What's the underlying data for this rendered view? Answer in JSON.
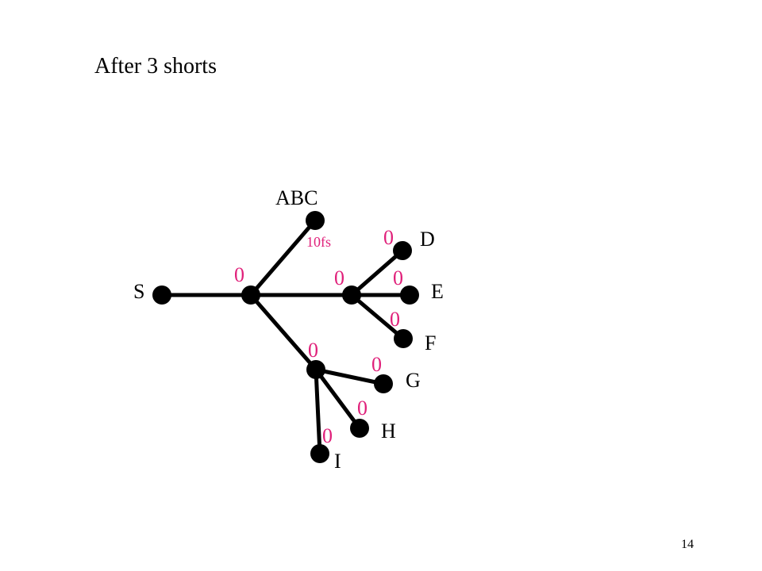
{
  "slide": {
    "title": "After 3 shorts",
    "page_number": "14"
  },
  "colors": {
    "edge": "#000000",
    "node": "#000000",
    "label": "#000000",
    "value": "#e0207a"
  },
  "nodes": [
    {
      "id": "s",
      "label": "S"
    },
    {
      "id": "j1"
    },
    {
      "id": "abc",
      "label": "ABC"
    },
    {
      "id": "j2"
    },
    {
      "id": "d",
      "label": "D"
    },
    {
      "id": "e",
      "label": "E"
    },
    {
      "id": "f",
      "label": "F"
    },
    {
      "id": "j3"
    },
    {
      "id": "g",
      "label": "G"
    },
    {
      "id": "h",
      "label": "H"
    },
    {
      "id": "i",
      "label": "I"
    }
  ],
  "edges": [
    {
      "from": "s",
      "to": "j1"
    },
    {
      "from": "j1",
      "to": "abc"
    },
    {
      "from": "j1",
      "to": "j2"
    },
    {
      "from": "j1",
      "to": "j3"
    },
    {
      "from": "j2",
      "to": "d"
    },
    {
      "from": "j2",
      "to": "e"
    },
    {
      "from": "j2",
      "to": "f"
    },
    {
      "from": "j3",
      "to": "g"
    },
    {
      "from": "j3",
      "to": "h"
    },
    {
      "from": "j3",
      "to": "i"
    }
  ],
  "values": [
    {
      "id": "v-abc",
      "text": "10fs"
    },
    {
      "id": "v-j1",
      "text": "0"
    },
    {
      "id": "v-j2",
      "text": "0"
    },
    {
      "id": "v-d",
      "text": "0"
    },
    {
      "id": "v-e",
      "text": "0"
    },
    {
      "id": "v-f",
      "text": "0"
    },
    {
      "id": "v-j3",
      "text": "0"
    },
    {
      "id": "v-g",
      "text": "0"
    },
    {
      "id": "v-h",
      "text": "0"
    },
    {
      "id": "v-i",
      "text": "0"
    }
  ]
}
